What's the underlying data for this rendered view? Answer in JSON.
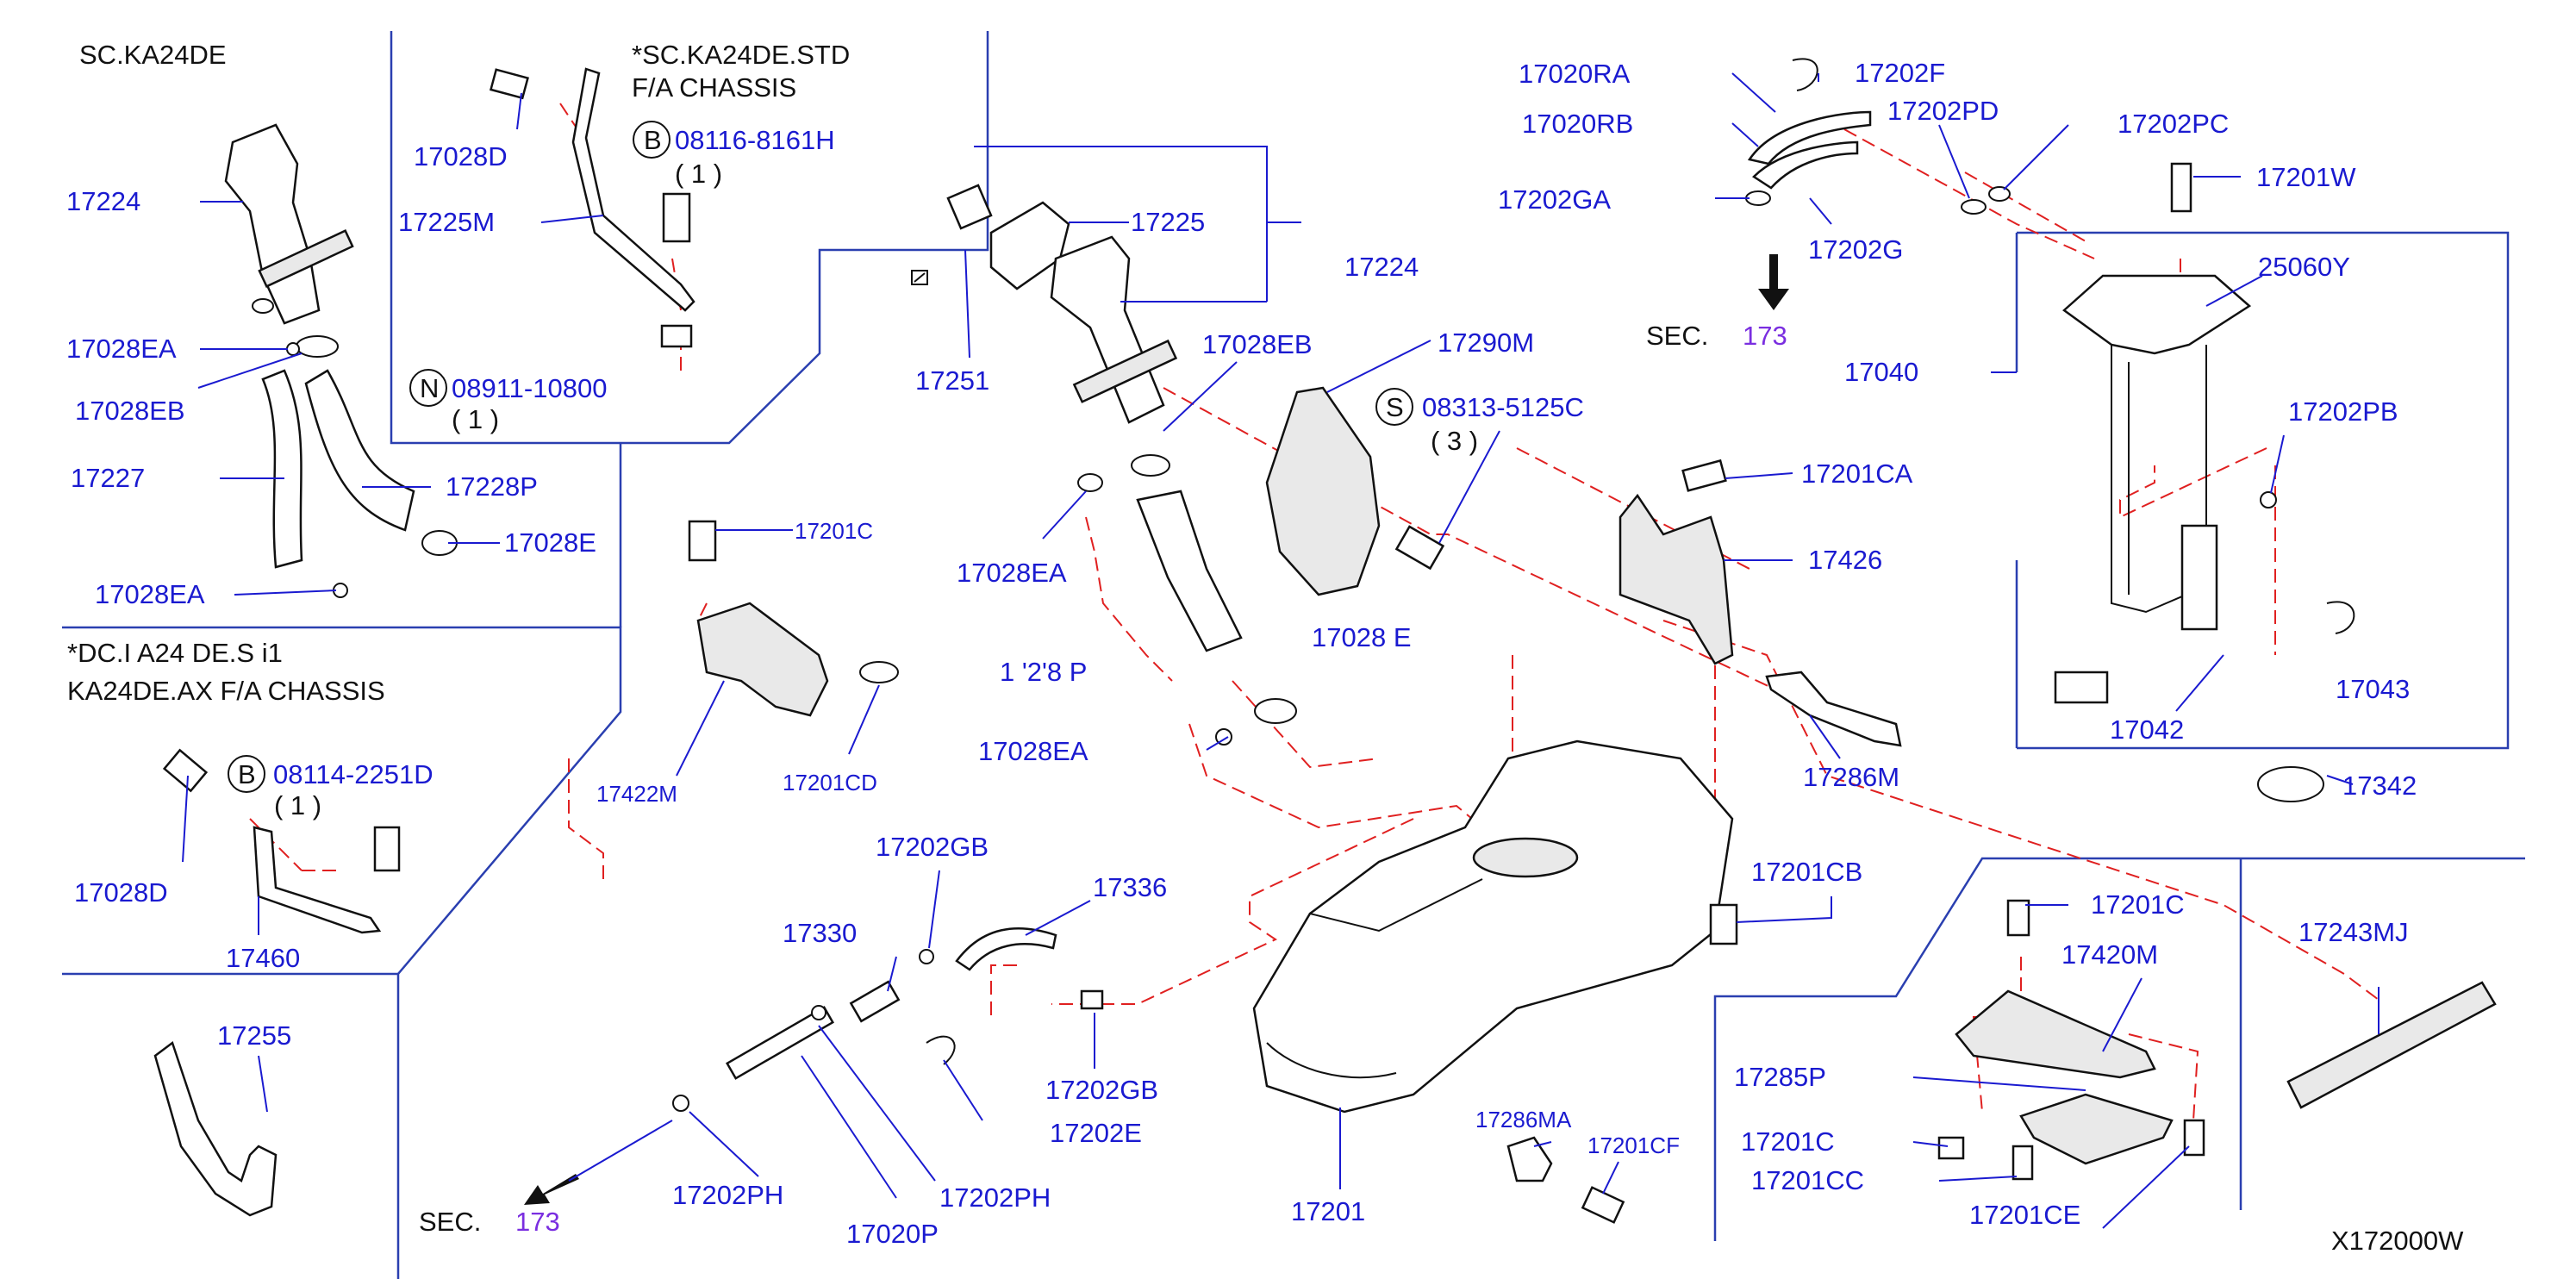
{
  "headings": {
    "sc": "SC.KA24DE",
    "std_line1": "*SC.KA24DE.STD",
    "std_line2": "F/A   CHASSIS",
    "dc_line1": "*DC.I A24 DE.S i1",
    "dc_line2": "KA24DE.AX  F/A  CHASSIS"
  },
  "callouts": {
    "b1_letter": "B",
    "b1_number": "08116-8161H",
    "b1_qty": "( 1 )",
    "n_letter": "N",
    "n_number": "08911-10800",
    "n_qty": "( 1 )",
    "s_letter": "S",
    "s_number": "08313-5125C",
    "s_qty": "(  3  )",
    "b2_letter": "B",
    "b2_number": "08114-2251D",
    "b2_qty": "( 1 )"
  },
  "sections": {
    "sec_word": "SEC.",
    "sec_top_num": "173",
    "sec_bottom_num": "173"
  },
  "labels": {
    "p17224_left": "17224",
    "p17028d_top": "17028D",
    "p17225m": "17225M",
    "p17028ea_left1": "17028EA",
    "p17028eb_left": "17028EB",
    "p17227": "17227",
    "p17228p_left": "17228P",
    "p17028e": "17028E",
    "p17028ea_left2": "17028EA",
    "p17028d_bottom": "17028D",
    "p17460": "17460",
    "p17255": "17255",
    "p17201c_mid": "17201C",
    "p17422m": "17422M",
    "p17201cd": "17201CD",
    "p17225": "17225",
    "p17224_mid": "17224",
    "p17251": "17251",
    "p17028eb_mid": "17028EB",
    "p17290m": "17290M",
    "p17028ea_mid1": "17028EA",
    "p17228p_mid": "1 '2'8 P",
    "p17028e_mid": "17028 E",
    "p17028ea_mid2": "17028EA",
    "p17202gb_top": "17202GB",
    "p17336": "17336",
    "p17330": "17330",
    "p17202gb_bot": "17202GB",
    "p17202e": "17202E",
    "p17202ph_1": "17202PH",
    "p17202ph_2": "17202PH",
    "p17020p": "17020P",
    "p17201": "17201",
    "p17286ma": "17286MA",
    "p17201cf": "17201CF",
    "p17020ra": "17020RA",
    "p17202f": "17202F",
    "p17020rb": "17020RB",
    "p17202pd": "17202PD",
    "p17202pc": "17202PC",
    "p17202ga": "17202GA",
    "p17202g": "17202G",
    "p17201w": "17201W",
    "p25060y": "25060Y",
    "p17040": "17040",
    "p17202pb": "17202PB",
    "p17042": "17042",
    "p17043": "17043",
    "p17342": "17342",
    "p17201ca": "17201CA",
    "p17426": "17426",
    "p17286m": "17286M",
    "p17201cb": "17201CB",
    "p17201c_right": "17201C",
    "p17420m": "17420M",
    "p17243mj": "17243MJ",
    "p17285p": "17285P",
    "p17201c_low": "17201C",
    "p17201cc": "17201CC",
    "p17201ce": "17201CE"
  },
  "footer": {
    "code": "X172000W"
  },
  "colors": {
    "label": "#1a1ad0",
    "frame": "#2a3fb0",
    "dashed_route": "#e02020",
    "section_ref": "#7a2ee0"
  }
}
